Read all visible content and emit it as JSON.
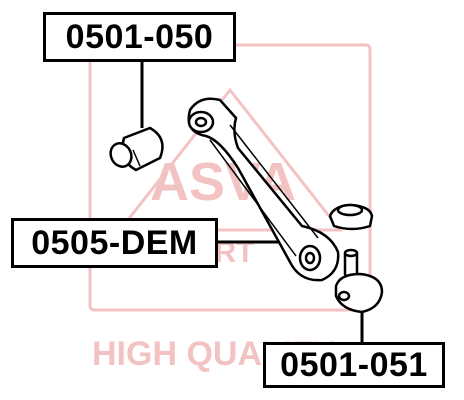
{
  "watermark": {
    "brand": "ASVA",
    "part_text": "PART",
    "slogan": "HIGH QUALITY",
    "color": "#f3c3c3"
  },
  "callouts": {
    "top": "0501-050",
    "middle": "0505-DEM",
    "bottom": "0501-051"
  },
  "colors": {
    "outline": "#000000",
    "background": "#ffffff"
  }
}
